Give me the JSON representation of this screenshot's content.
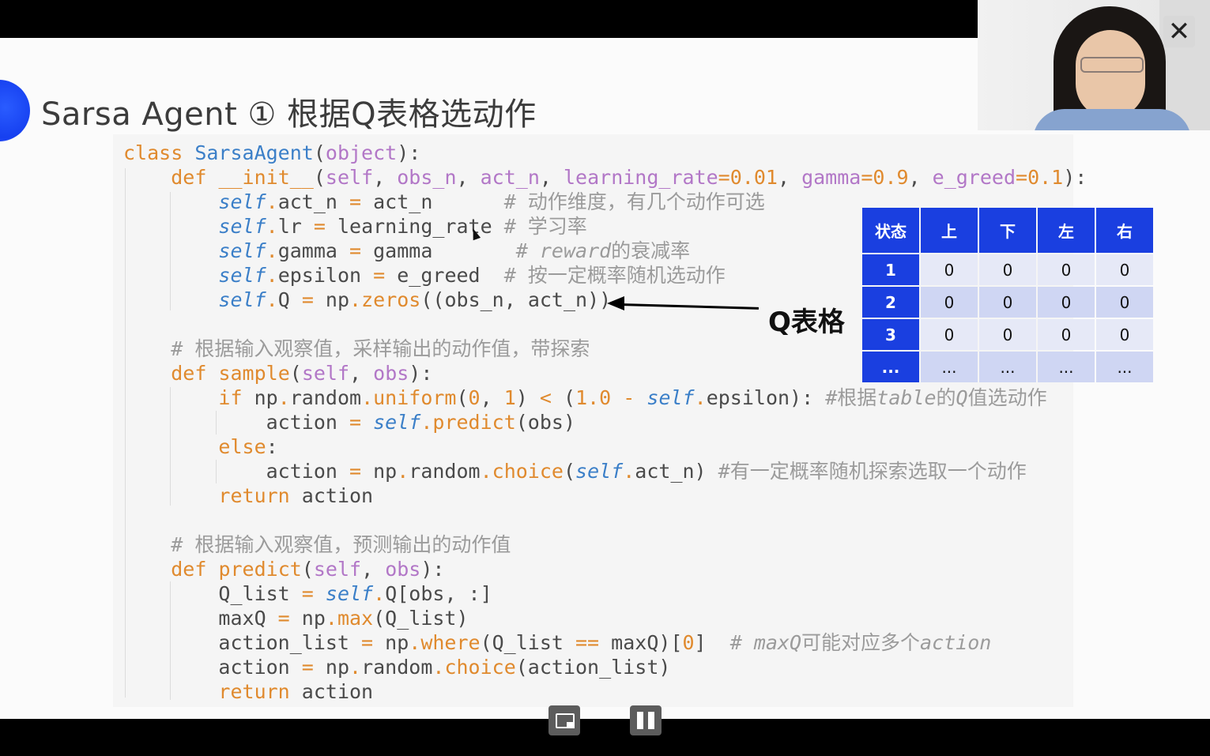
{
  "slide": {
    "title": "Sarsa Agent ① 根据Q表格选动作",
    "code_lines": [
      [
        [
          "kw",
          "class "
        ],
        [
          "cls",
          "SarsaAgent"
        ],
        [
          "t",
          "("
        ],
        [
          "par",
          "object"
        ],
        [
          "t",
          "):"
        ]
      ],
      [
        [
          "t",
          "    "
        ],
        [
          "kw",
          "def "
        ],
        [
          "fn",
          "__init__"
        ],
        [
          "t",
          "("
        ],
        [
          "par",
          "self"
        ],
        [
          "t",
          ", "
        ],
        [
          "par",
          "obs_n"
        ],
        [
          "t",
          ", "
        ],
        [
          "par",
          "act_n"
        ],
        [
          "t",
          ", "
        ],
        [
          "par",
          "learning_rate"
        ],
        [
          "op",
          "="
        ],
        [
          "num",
          "0.01"
        ],
        [
          "t",
          ", "
        ],
        [
          "par",
          "gamma"
        ],
        [
          "op",
          "="
        ],
        [
          "num",
          "0.9"
        ],
        [
          "t",
          ", "
        ],
        [
          "par",
          "e_greed"
        ],
        [
          "op",
          "="
        ],
        [
          "num",
          "0.1"
        ],
        [
          "t",
          "):"
        ]
      ],
      [
        [
          "t",
          "        "
        ],
        [
          "self",
          "self"
        ],
        [
          "op",
          "."
        ],
        [
          "t",
          "act_n "
        ],
        [
          "op",
          "="
        ],
        [
          "t",
          " act_n      "
        ],
        [
          "cm",
          "# 动作维度，有几个动作可选"
        ]
      ],
      [
        [
          "t",
          "        "
        ],
        [
          "self",
          "self"
        ],
        [
          "op",
          "."
        ],
        [
          "t",
          "lr "
        ],
        [
          "op",
          "="
        ],
        [
          "t",
          " learning_rate "
        ],
        [
          "cm",
          "# 学习率"
        ]
      ],
      [
        [
          "t",
          "        "
        ],
        [
          "self",
          "self"
        ],
        [
          "op",
          "."
        ],
        [
          "t",
          "gamma "
        ],
        [
          "op",
          "="
        ],
        [
          "t",
          " gamma       "
        ],
        [
          "cm",
          "# "
        ],
        [
          "cmi",
          "reward"
        ],
        [
          "cm",
          "的衰减率"
        ]
      ],
      [
        [
          "t",
          "        "
        ],
        [
          "self",
          "self"
        ],
        [
          "op",
          "."
        ],
        [
          "t",
          "epsilon "
        ],
        [
          "op",
          "="
        ],
        [
          "t",
          " e_greed  "
        ],
        [
          "cm",
          "# 按一定概率随机选动作"
        ]
      ],
      [
        [
          "t",
          "        "
        ],
        [
          "self",
          "self"
        ],
        [
          "op",
          "."
        ],
        [
          "t",
          "Q "
        ],
        [
          "op",
          "="
        ],
        [
          "t",
          " np"
        ],
        [
          "op",
          "."
        ],
        [
          "fn",
          "zeros"
        ],
        [
          "t",
          "((obs_n, act_n))"
        ]
      ],
      [],
      [
        [
          "t",
          "    "
        ],
        [
          "cm",
          "# 根据输入观察值，采样输出的动作值，带探索"
        ]
      ],
      [
        [
          "t",
          "    "
        ],
        [
          "kw",
          "def "
        ],
        [
          "fn",
          "sample"
        ],
        [
          "t",
          "("
        ],
        [
          "par",
          "self"
        ],
        [
          "t",
          ", "
        ],
        [
          "par",
          "obs"
        ],
        [
          "t",
          "):"
        ]
      ],
      [
        [
          "t",
          "        "
        ],
        [
          "kw",
          "if"
        ],
        [
          "t",
          " np"
        ],
        [
          "op",
          "."
        ],
        [
          "t",
          "random"
        ],
        [
          "op",
          "."
        ],
        [
          "fn",
          "uniform"
        ],
        [
          "t",
          "("
        ],
        [
          "num",
          "0"
        ],
        [
          "t",
          ", "
        ],
        [
          "num",
          "1"
        ],
        [
          "t",
          ") "
        ],
        [
          "op",
          "<"
        ],
        [
          "t",
          " ("
        ],
        [
          "num",
          "1.0"
        ],
        [
          "t",
          " "
        ],
        [
          "op",
          "-"
        ],
        [
          "t",
          " "
        ],
        [
          "self",
          "self"
        ],
        [
          "op",
          "."
        ],
        [
          "t",
          "epsilon): "
        ],
        [
          "cm",
          "#根据"
        ],
        [
          "cmi",
          "table"
        ],
        [
          "cm",
          "的"
        ],
        [
          "cmi",
          "Q"
        ],
        [
          "cm",
          "值选动作"
        ]
      ],
      [
        [
          "t",
          "            action "
        ],
        [
          "op",
          "="
        ],
        [
          "t",
          " "
        ],
        [
          "self",
          "self"
        ],
        [
          "op",
          "."
        ],
        [
          "fn",
          "predict"
        ],
        [
          "t",
          "(obs)"
        ]
      ],
      [
        [
          "t",
          "        "
        ],
        [
          "kw",
          "else"
        ],
        [
          "t",
          ":"
        ]
      ],
      [
        [
          "t",
          "            action "
        ],
        [
          "op",
          "="
        ],
        [
          "t",
          " np"
        ],
        [
          "op",
          "."
        ],
        [
          "t",
          "random"
        ],
        [
          "op",
          "."
        ],
        [
          "fn",
          "choice"
        ],
        [
          "t",
          "("
        ],
        [
          "self",
          "self"
        ],
        [
          "op",
          "."
        ],
        [
          "t",
          "act_n) "
        ],
        [
          "cm",
          "#有一定概率随机探索选取一个动作"
        ]
      ],
      [
        [
          "t",
          "        "
        ],
        [
          "kw",
          "return"
        ],
        [
          "t",
          " action"
        ]
      ],
      [],
      [
        [
          "t",
          "    "
        ],
        [
          "cm",
          "# 根据输入观察值，预测输出的动作值"
        ]
      ],
      [
        [
          "t",
          "    "
        ],
        [
          "kw",
          "def "
        ],
        [
          "fn",
          "predict"
        ],
        [
          "t",
          "("
        ],
        [
          "par",
          "self"
        ],
        [
          "t",
          ", "
        ],
        [
          "par",
          "obs"
        ],
        [
          "t",
          "):"
        ]
      ],
      [
        [
          "t",
          "        Q_list "
        ],
        [
          "op",
          "="
        ],
        [
          "t",
          " "
        ],
        [
          "self",
          "self"
        ],
        [
          "op",
          "."
        ],
        [
          "t",
          "Q[obs, :]"
        ]
      ],
      [
        [
          "t",
          "        maxQ "
        ],
        [
          "op",
          "="
        ],
        [
          "t",
          " np"
        ],
        [
          "op",
          "."
        ],
        [
          "fn",
          "max"
        ],
        [
          "t",
          "(Q_list)"
        ]
      ],
      [
        [
          "t",
          "        action_list "
        ],
        [
          "op",
          "="
        ],
        [
          "t",
          " np"
        ],
        [
          "op",
          "."
        ],
        [
          "fn",
          "where"
        ],
        [
          "t",
          "(Q_list "
        ],
        [
          "op",
          "=="
        ],
        [
          "t",
          " maxQ)["
        ],
        [
          "num",
          "0"
        ],
        [
          "t",
          "]  "
        ],
        [
          "cm",
          "# "
        ],
        [
          "cmi",
          "maxQ"
        ],
        [
          "cm",
          "可能对应多个"
        ],
        [
          "cmi",
          "action"
        ]
      ],
      [
        [
          "t",
          "        action "
        ],
        [
          "op",
          "="
        ],
        [
          "t",
          " np"
        ],
        [
          "op",
          "."
        ],
        [
          "t",
          "random"
        ],
        [
          "op",
          "."
        ],
        [
          "fn",
          "choice"
        ],
        [
          "t",
          "(action_list)"
        ]
      ],
      [
        [
          "t",
          "        "
        ],
        [
          "kw",
          "return"
        ],
        [
          "t",
          " action"
        ]
      ]
    ],
    "arrow_label": "Q表格",
    "qtable": {
      "headers": [
        "状态",
        "上",
        "下",
        "左",
        "右"
      ],
      "rows": [
        [
          "1",
          "0",
          "0",
          "0",
          "0"
        ],
        [
          "2",
          "0",
          "0",
          "0",
          "0"
        ],
        [
          "3",
          "0",
          "0",
          "0",
          "0"
        ],
        [
          "...",
          "...",
          "...",
          "...",
          "..."
        ]
      ]
    }
  },
  "player": {
    "close_label": "✕",
    "nav_icons": [
      "arrow-left-icon",
      "pen-icon",
      "menu-icon",
      "arrow-right-icon"
    ],
    "controls": [
      "picture-in-picture-button",
      "pause-button"
    ]
  },
  "colors": {
    "keyword": "#e08a2e",
    "class_name": "#3b7fc8",
    "parameter": "#b277c7",
    "comment": "#9b9b9b",
    "table_header": "#1a3fe0",
    "table_cell": "#cfd6f3"
  }
}
